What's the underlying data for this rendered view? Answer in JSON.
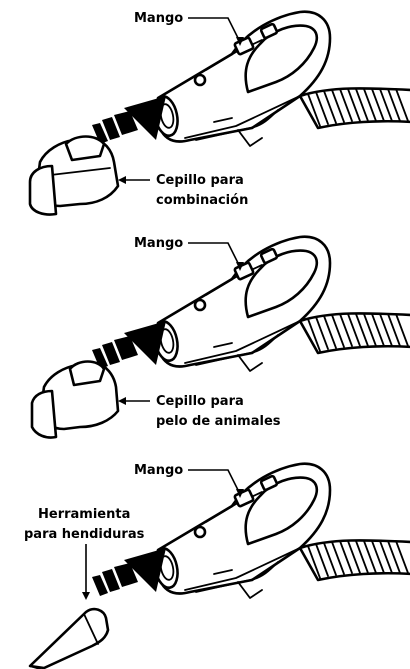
{
  "panels": [
    {
      "handle_label": "Mango",
      "tool_label_line1": "Cepillo para",
      "tool_label_line2": "combinación",
      "tool_icon": "combination-brush"
    },
    {
      "handle_label": "Mango",
      "tool_label_line1": "Cepillo para",
      "tool_label_line2": "pelo de animales",
      "tool_icon": "pet-hair-brush"
    },
    {
      "handle_label": "Mango",
      "tool_label_line1": "Herramienta",
      "tool_label_line2": "para hendiduras",
      "tool_icon": "crevice-tool"
    }
  ],
  "colors": {
    "ink": "#000000",
    "paper": "#ffffff"
  }
}
